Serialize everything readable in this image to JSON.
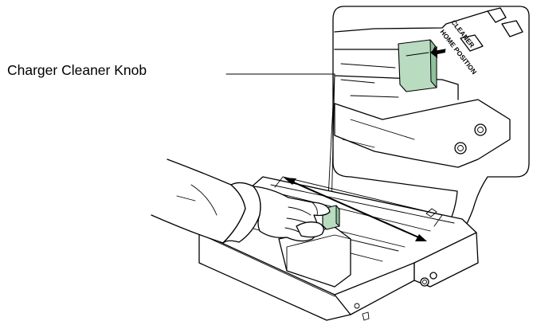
{
  "callout": {
    "label": "Charger Cleaner Knob"
  },
  "zoom_inset": {
    "line1": "CLEANER",
    "line2": "HOME POSITION"
  },
  "colors": {
    "knob_fill": "#b9dcc0",
    "line": "#000000"
  }
}
